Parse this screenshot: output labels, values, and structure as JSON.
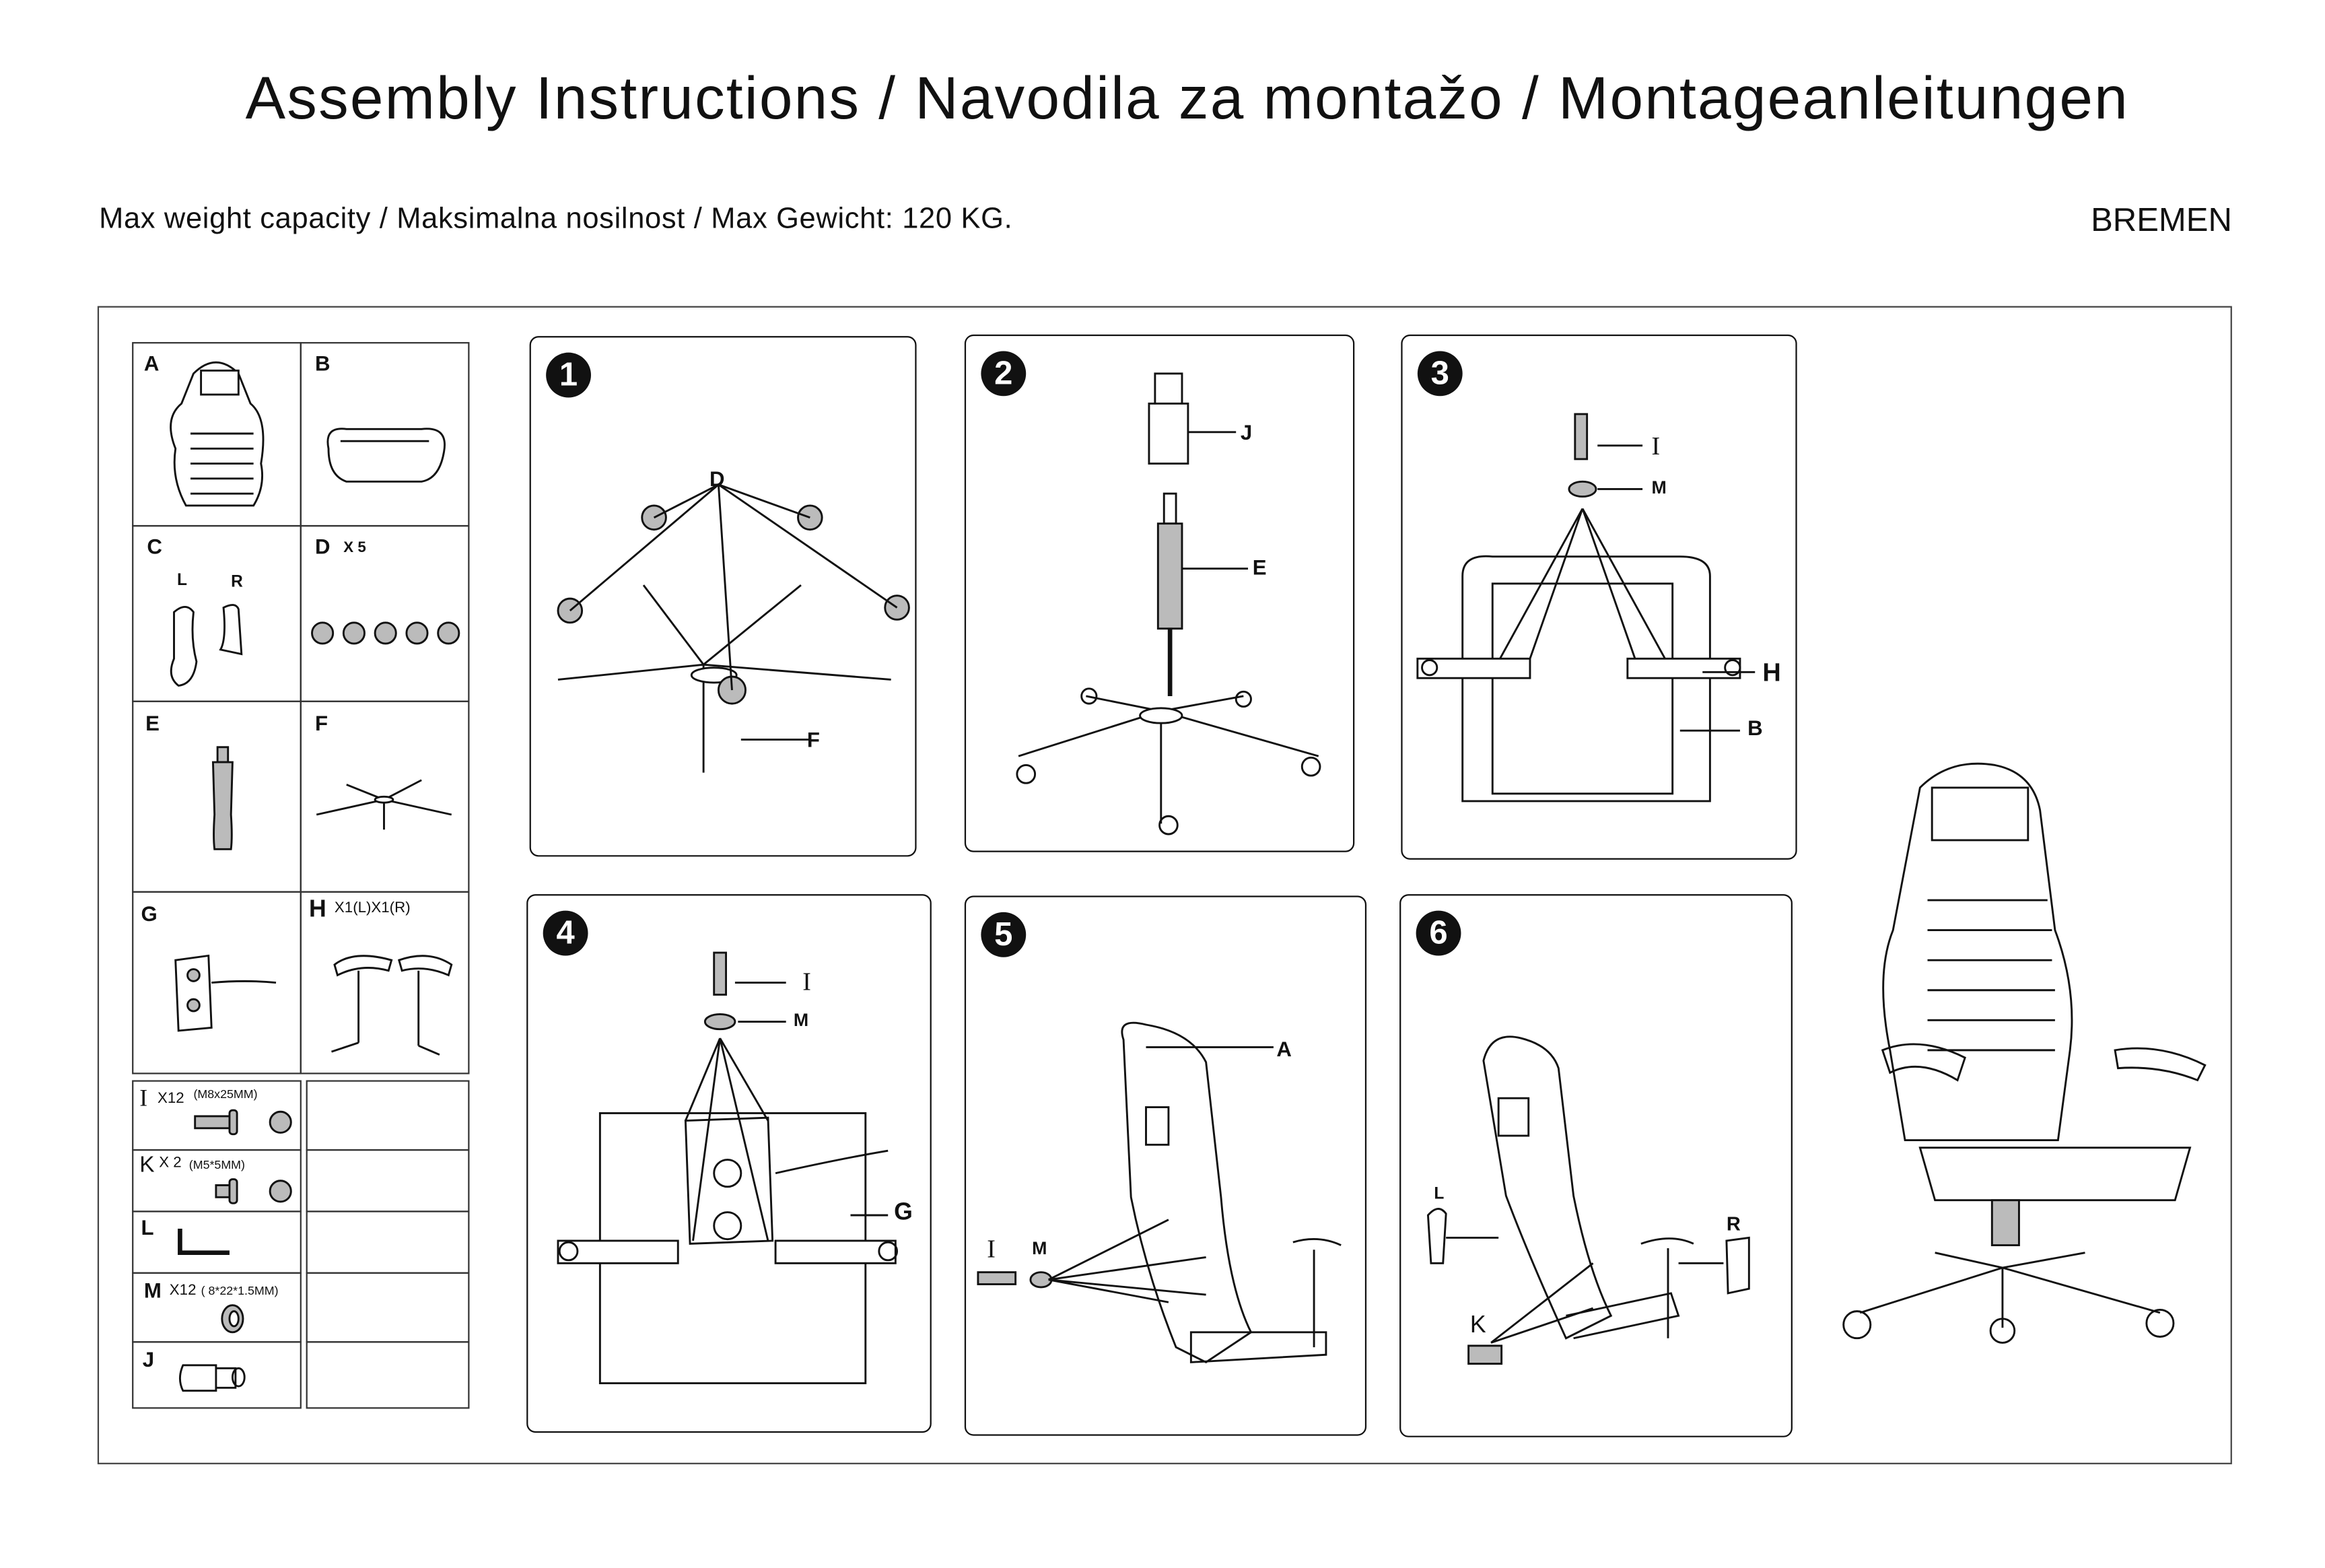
{
  "header": {
    "title": "Assembly Instructions / Navodila za montažo / Montageanleitungen",
    "weight": "Max weight capacity / Maksimalna nosilnost / Max Gewicht: 120 KG.",
    "model": "BREMEN"
  },
  "parts": [
    {
      "id": "A",
      "qty": ""
    },
    {
      "id": "B",
      "qty": ""
    },
    {
      "id": "C",
      "qty": "",
      "sub_l": "L",
      "sub_r": "R"
    },
    {
      "id": "D",
      "qty": "X 5"
    },
    {
      "id": "E",
      "qty": ""
    },
    {
      "id": "F",
      "qty": ""
    },
    {
      "id": "G",
      "qty": ""
    },
    {
      "id": "H",
      "qty": "X1(L)X1(R)"
    },
    {
      "id": "I",
      "qty": "X12",
      "spec": "(M8x25MM)"
    },
    {
      "id": "K",
      "qty": "X 2",
      "spec": "(M5*5MM)"
    },
    {
      "id": "L",
      "qty": ""
    },
    {
      "id": "M",
      "qty": "X12",
      "spec": "( 8*22*1.5MM)"
    },
    {
      "id": "J",
      "qty": ""
    }
  ],
  "steps": [
    {
      "number": "1",
      "labels": [
        "D",
        "F"
      ]
    },
    {
      "number": "2",
      "labels": [
        "J",
        "E"
      ]
    },
    {
      "number": "3",
      "labels": [
        "I",
        "M",
        "H",
        "B"
      ]
    },
    {
      "number": "4",
      "labels": [
        "I",
        "M",
        "G"
      ]
    },
    {
      "number": "5",
      "labels": [
        "A",
        "I",
        "M"
      ]
    },
    {
      "number": "6",
      "labels": [
        "L",
        "R",
        "K"
      ]
    }
  ]
}
